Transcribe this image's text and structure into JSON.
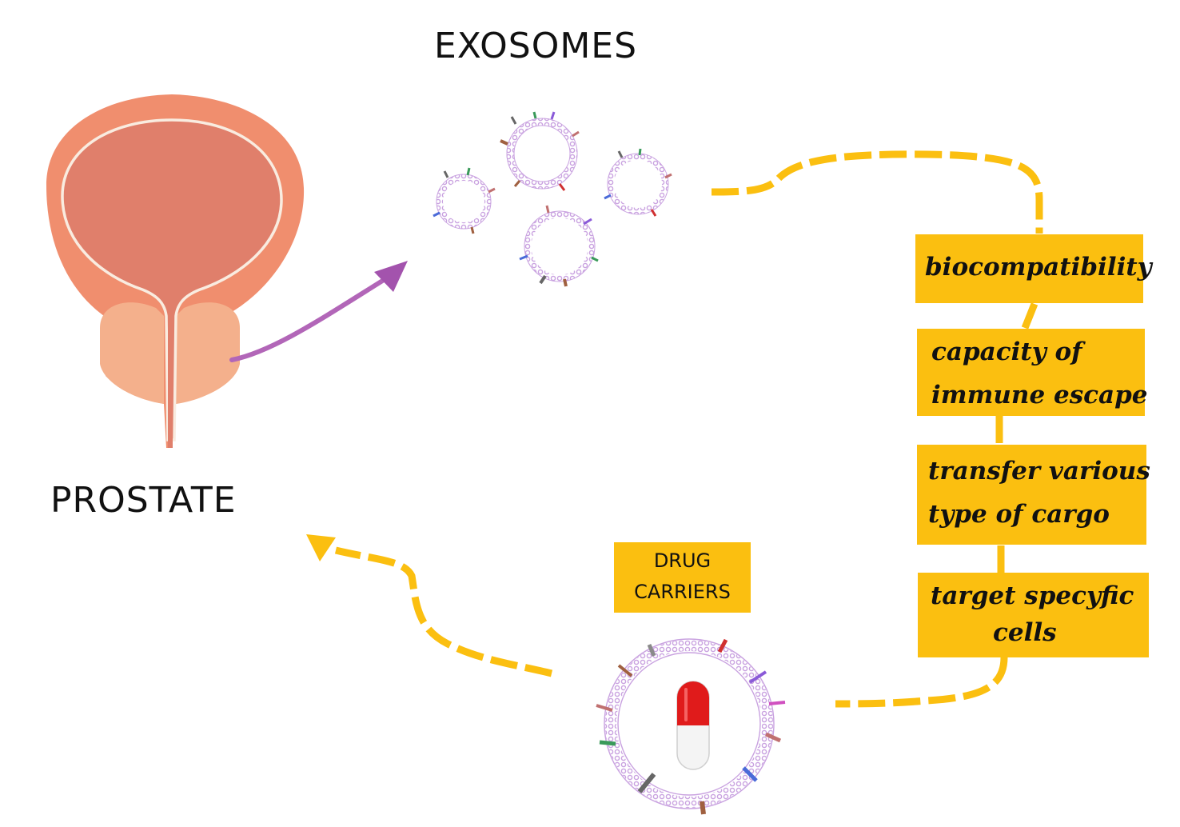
{
  "title": "EXOSOMES",
  "organ_label": "PROSTATE",
  "drug_carriers": {
    "line1": "DRUG",
    "line2": "CARRIERS"
  },
  "properties": [
    {
      "lines": [
        "biocompatibility"
      ]
    },
    {
      "lines": [
        "capacity of",
        "immune escape"
      ]
    },
    {
      "lines": [
        "transfer various",
        "type of cargo"
      ]
    },
    {
      "lines": [
        "target specyfic",
        "cells"
      ]
    }
  ],
  "colors": {
    "prostate_outer": "#f08e6e",
    "prostate_inner": "#e07f6b",
    "prostate_outline": "#f9ece0",
    "prostate_lobes": "#f4b08c",
    "arrow_purple": "#b266b8",
    "yellow": "#fbbf10",
    "membrane": "#c9a2e0",
    "pill_red": "#e01b1b",
    "pill_white": "#f4f4f4"
  },
  "icons": {
    "organ": "prostate-bladder-illustration",
    "exosome": "exosome-vesicle-icon",
    "pill": "capsule-pill-icon"
  }
}
